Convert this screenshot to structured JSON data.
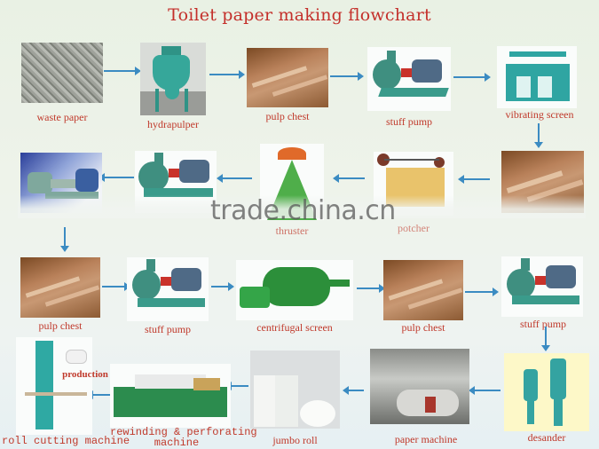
{
  "title": "Toilet paper making flowchart",
  "watermark": "trade.china.cn",
  "colors": {
    "title": "#c4302b",
    "label": "#c0392b",
    "arrow": "#3b8bc2",
    "equipment_teal": "#36a79a",
    "desander_bg": "#fdf8c8"
  },
  "steps": [
    {
      "id": 1,
      "label": "waste paper",
      "image": "waste-paper-bales"
    },
    {
      "id": 2,
      "label": "hydrapulper",
      "image": "hydrapulper-tank"
    },
    {
      "id": 3,
      "label": "pulp chest",
      "image": "pulp-chest"
    },
    {
      "id": 4,
      "label": "stuff  pump",
      "image": "stuff-pump"
    },
    {
      "id": 5,
      "label": "vibrating screen",
      "image": "vibrating-screen"
    },
    {
      "id": 6,
      "label": "",
      "image": "pulp-chest"
    },
    {
      "id": 7,
      "label": "",
      "image": "potcher"
    },
    {
      "id": 8,
      "label": "thruster",
      "image": "thruster"
    },
    {
      "id": 9,
      "label": "",
      "image": "stuff-pump"
    },
    {
      "id": 10,
      "label": "",
      "image": "refiner-pump"
    },
    {
      "id": 11,
      "label": "pulp chest",
      "image": "pulp-chest"
    },
    {
      "id": 12,
      "label": "stuff  pump",
      "image": "stuff-pump"
    },
    {
      "id": 13,
      "label": "centrifugal screen",
      "image": "centrifugal-screen"
    },
    {
      "id": 14,
      "label": "pulp chest",
      "image": "pulp-chest"
    },
    {
      "id": 15,
      "label": "stuff  pump",
      "image": "stuff-pump"
    },
    {
      "id": 16,
      "label": "desander",
      "image": "desander"
    },
    {
      "id": 17,
      "label": "paper machine",
      "image": "paper-machine"
    },
    {
      "id": 18,
      "label": "jumbo roll",
      "image": "jumbo-roll"
    },
    {
      "id": 19,
      "label": "rewinding & perforating",
      "label2": "machine",
      "image": "rewinding-machine"
    },
    {
      "id": 20,
      "label": "roll cutting machine",
      "image": "roll-cutting-machine"
    }
  ],
  "extra_labels": {
    "potcher_obscured": "potcher",
    "production": "production"
  }
}
